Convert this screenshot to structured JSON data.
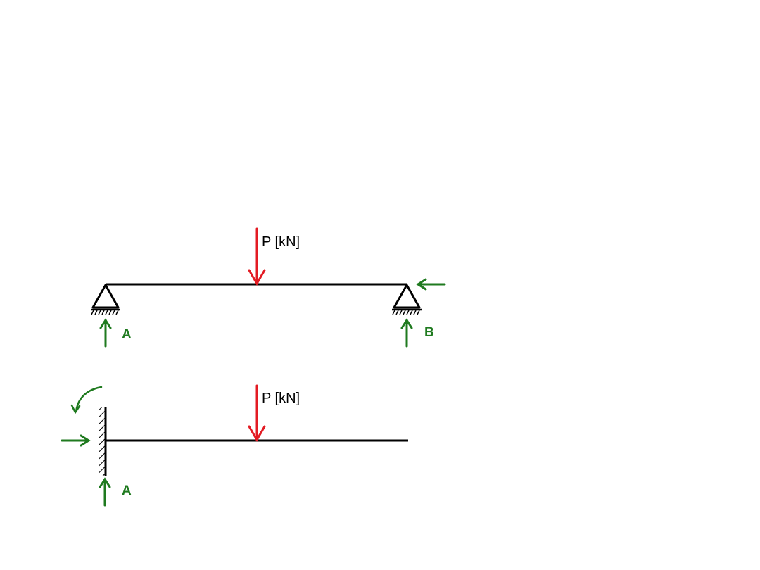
{
  "colors": {
    "beam": "#000000",
    "load": "#e31b23",
    "reaction": "#1f7a1f",
    "background": "#ffffff"
  },
  "simply_supported_beam": {
    "load_label": "P [kN]",
    "support_left_label": "A",
    "support_right_label": "B"
  },
  "cantilever_beam": {
    "load_label": "P [kN]",
    "support_label": "A"
  }
}
